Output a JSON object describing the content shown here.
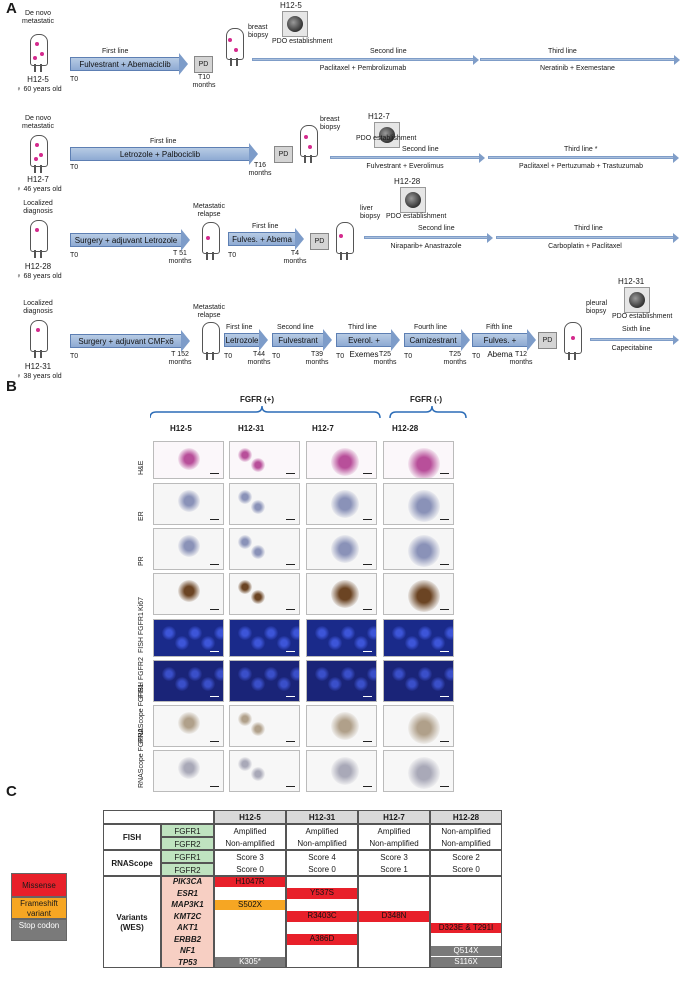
{
  "panelA": {
    "letter": "A",
    "cases": [
      {
        "header": [
          "De novo",
          "metastatic"
        ],
        "id": "H12-5",
        "age": "♀ 60 years old",
        "t0": "T0",
        "first_line_label": "First line",
        "first_line": "Fulvestrant + Abemaciclib",
        "tend": [
          "T10",
          "months"
        ],
        "pd": "PD",
        "biopsy": [
          "breast",
          "biopsy"
        ],
        "pdo_id": "H12-5",
        "pdo": "PDO establishment",
        "second_label": "Second line",
        "second": "Paclitaxel + Pembrolizumab",
        "third_label": "Third line",
        "third": "Neratinib + Exemestane"
      },
      {
        "header": [
          "De novo",
          "metastatic"
        ],
        "id": "H12-7",
        "age": "♀ 46 years old",
        "t0": "T0",
        "first_line_label": "First line",
        "first_line": "Letrozole + Palbociclib",
        "tend": [
          "T16",
          "months"
        ],
        "pd": "PD",
        "biopsy": [
          "breast",
          "biopsy"
        ],
        "pdo_id": "H12-7",
        "pdo": "PDO establishment",
        "second_label": "Second line",
        "second": "Fulvestrant + Everolimus",
        "third_label": "Third line *",
        "third": "Paclitaxel + Pertuzumab + Trastuzumab"
      },
      {
        "header": [
          "Localized",
          "diagnosis"
        ],
        "id": "H12-28",
        "age": "♀ 68 years old",
        "t0": "T0",
        "surgery": "Surgery + adjuvant Letrozole",
        "tsurg": [
          "T 51",
          "months"
        ],
        "relapse": [
          "Metastatic",
          "relapse"
        ],
        "t0b": "T0",
        "first_line_label": "First line",
        "first_line": "Fulves. + Abema",
        "tend": [
          "T4",
          "months"
        ],
        "pd": "PD",
        "biopsy": [
          "liver",
          "biopsy"
        ],
        "pdo_id": "H12-28",
        "pdo": "PDO establishment",
        "second_label": "Second line",
        "second": "Niraparib+ Anastrazole",
        "third_label": "Third line",
        "third": "Carboplatin + Paclitaxel"
      },
      {
        "header": [
          "Localized",
          "diagnosis"
        ],
        "id": "H12-31",
        "age": "♀ 38 years old",
        "t0": "T0",
        "surgery": "Surgery + adjuvant CMFx6",
        "tsurg": [
          "T 152",
          "months"
        ],
        "relapse": [
          "Metastatic",
          "relapse"
        ],
        "lines": [
          {
            "label": "First line",
            "drug": "Letrozole",
            "t0": "T0",
            "tend": [
              "T44",
              "months"
            ]
          },
          {
            "label": "Second line",
            "drug": "Fulvestrant",
            "t0": "T0",
            "tend": [
              "T39",
              "months"
            ]
          },
          {
            "label": "Third line",
            "drug": "Everol. + Exemes",
            "t0": "T0",
            "tend": [
              "T25",
              "months"
            ]
          },
          {
            "label": "Fourth line",
            "drug": "Camizestrant",
            "t0": "T0",
            "tend": [
              "T25",
              "months"
            ]
          },
          {
            "label": "Fifth line",
            "drug": "Fulves. + Abema",
            "t0": "T0",
            "tend": [
              "T12",
              "months"
            ]
          }
        ],
        "pd": "PD",
        "biopsy": [
          "pleural",
          "biopsy"
        ],
        "pdo_id": "H12-31",
        "pdo": "PDO establishment",
        "sixth_label": "Sixth line",
        "sixth": "Capecitabine"
      }
    ]
  },
  "panelB": {
    "letter": "B",
    "group_pos": "FGFR (+)",
    "group_neg": "FGFR (-)",
    "columns": [
      "H12-5",
      "H12-31",
      "H12-7",
      "H12-28"
    ],
    "rows": [
      "H&E",
      "ER",
      "PR",
      "Ki67",
      "FISH FGFR1",
      "FISH FGFR2",
      "RNAScope FGFR1",
      "RNAScope FGFR2"
    ]
  },
  "panelC": {
    "letter": "C",
    "columns": [
      "H12-5",
      "H12-31",
      "H12-7",
      "H12-28"
    ],
    "fish": {
      "label": "FISH",
      "genes": [
        "FGFR1",
        "FGFR2"
      ],
      "values": [
        [
          "Amplified",
          "Non-amplified"
        ],
        [
          "Amplified",
          "Non-amplified"
        ],
        [
          "Amplified",
          "Non-amplified"
        ],
        [
          "Non-amplified",
          "Non-amplified"
        ]
      ]
    },
    "rnascope": {
      "label": "RNAScope",
      "genes": [
        "FGFR1",
        "FGFR2"
      ],
      "values": [
        [
          "Score 3",
          "Score 0"
        ],
        [
          "Score 4",
          "Score 0"
        ],
        [
          "Score 3",
          "Score 1"
        ],
        [
          "Score 2",
          "Score 0"
        ]
      ]
    },
    "variants": {
      "label": [
        "Variants",
        "(WES)"
      ],
      "genes": [
        "PIK3CA",
        "ESR1",
        "MAP3K1",
        "KMT2C",
        "AKT1",
        "ERBB2",
        "NF1",
        "TP53"
      ],
      "cells": [
        [
          "H1047R",
          "",
          "",
          ""
        ],
        [
          "",
          "Y537S",
          "",
          ""
        ],
        [
          "S502X",
          "",
          "",
          ""
        ],
        [
          "",
          "R3403C",
          "D348N",
          ""
        ],
        [
          "",
          "",
          "",
          "D323E & T291I"
        ],
        [
          "",
          "A386D",
          "",
          ""
        ],
        [
          "",
          "",
          "",
          "Q514X"
        ],
        [
          "K305*",
          "",
          "",
          "S116X"
        ]
      ],
      "types": [
        [
          "missense",
          "",
          "",
          ""
        ],
        [
          "",
          "missense",
          "",
          ""
        ],
        [
          "frameshift",
          "",
          "",
          ""
        ],
        [
          "",
          "missense",
          "missense",
          ""
        ],
        [
          "",
          "",
          "",
          "missense"
        ],
        [
          "",
          "missense",
          "",
          ""
        ],
        [
          "",
          "",
          "",
          "stop"
        ],
        [
          "stop",
          "",
          "",
          "stop"
        ]
      ]
    },
    "legend": [
      {
        "label": "Missense",
        "color": "#e8202a"
      },
      {
        "label": "Frameshift variant",
        "color": "#f6a623"
      },
      {
        "label": "Stop codon",
        "color": "#7a7a7a"
      }
    ],
    "colors": {
      "missense": "#e8202a",
      "frameshift": "#f6a623",
      "stop": "#7a7a7a",
      "gene_green": "#bfe3c0",
      "gene_pink": "#f7cfc3",
      "header_grey": "#d9d9d9"
    }
  }
}
